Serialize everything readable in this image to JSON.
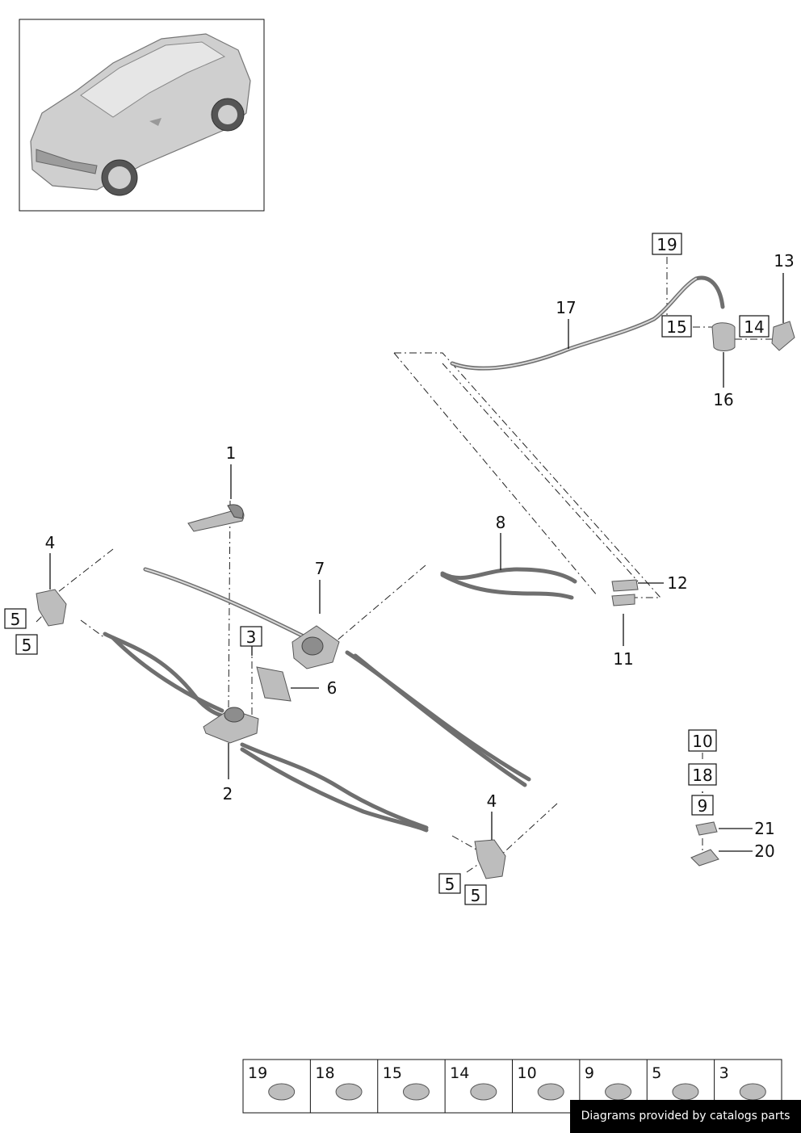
{
  "callouts": {
    "c1": "1",
    "c2": "2",
    "c3": "3",
    "c4a": "4",
    "c4b": "4",
    "c5a": "5",
    "c5b": "5",
    "c5c": "5",
    "c5d": "5",
    "c6": "6",
    "c7": "7",
    "c8": "8",
    "c9": "9",
    "c10": "10",
    "c11": "11",
    "c12": "12",
    "c13": "13",
    "c14": "14",
    "c15": "15",
    "c16": "16",
    "c17": "17",
    "c18": "18",
    "c19": "19",
    "c20": "20",
    "c21": "21"
  },
  "legend": [
    "19",
    "18",
    "15",
    "14",
    "10",
    "9",
    "5",
    "3"
  ],
  "credit": "Diagrams provided by catalogs parts",
  "colors": {
    "line": "#111111",
    "part_gray": "#bdbdbd",
    "credit_bg": "#000000"
  },
  "icons": [
    "vehicle-thumbnail",
    "seat-cable-assembly"
  ]
}
